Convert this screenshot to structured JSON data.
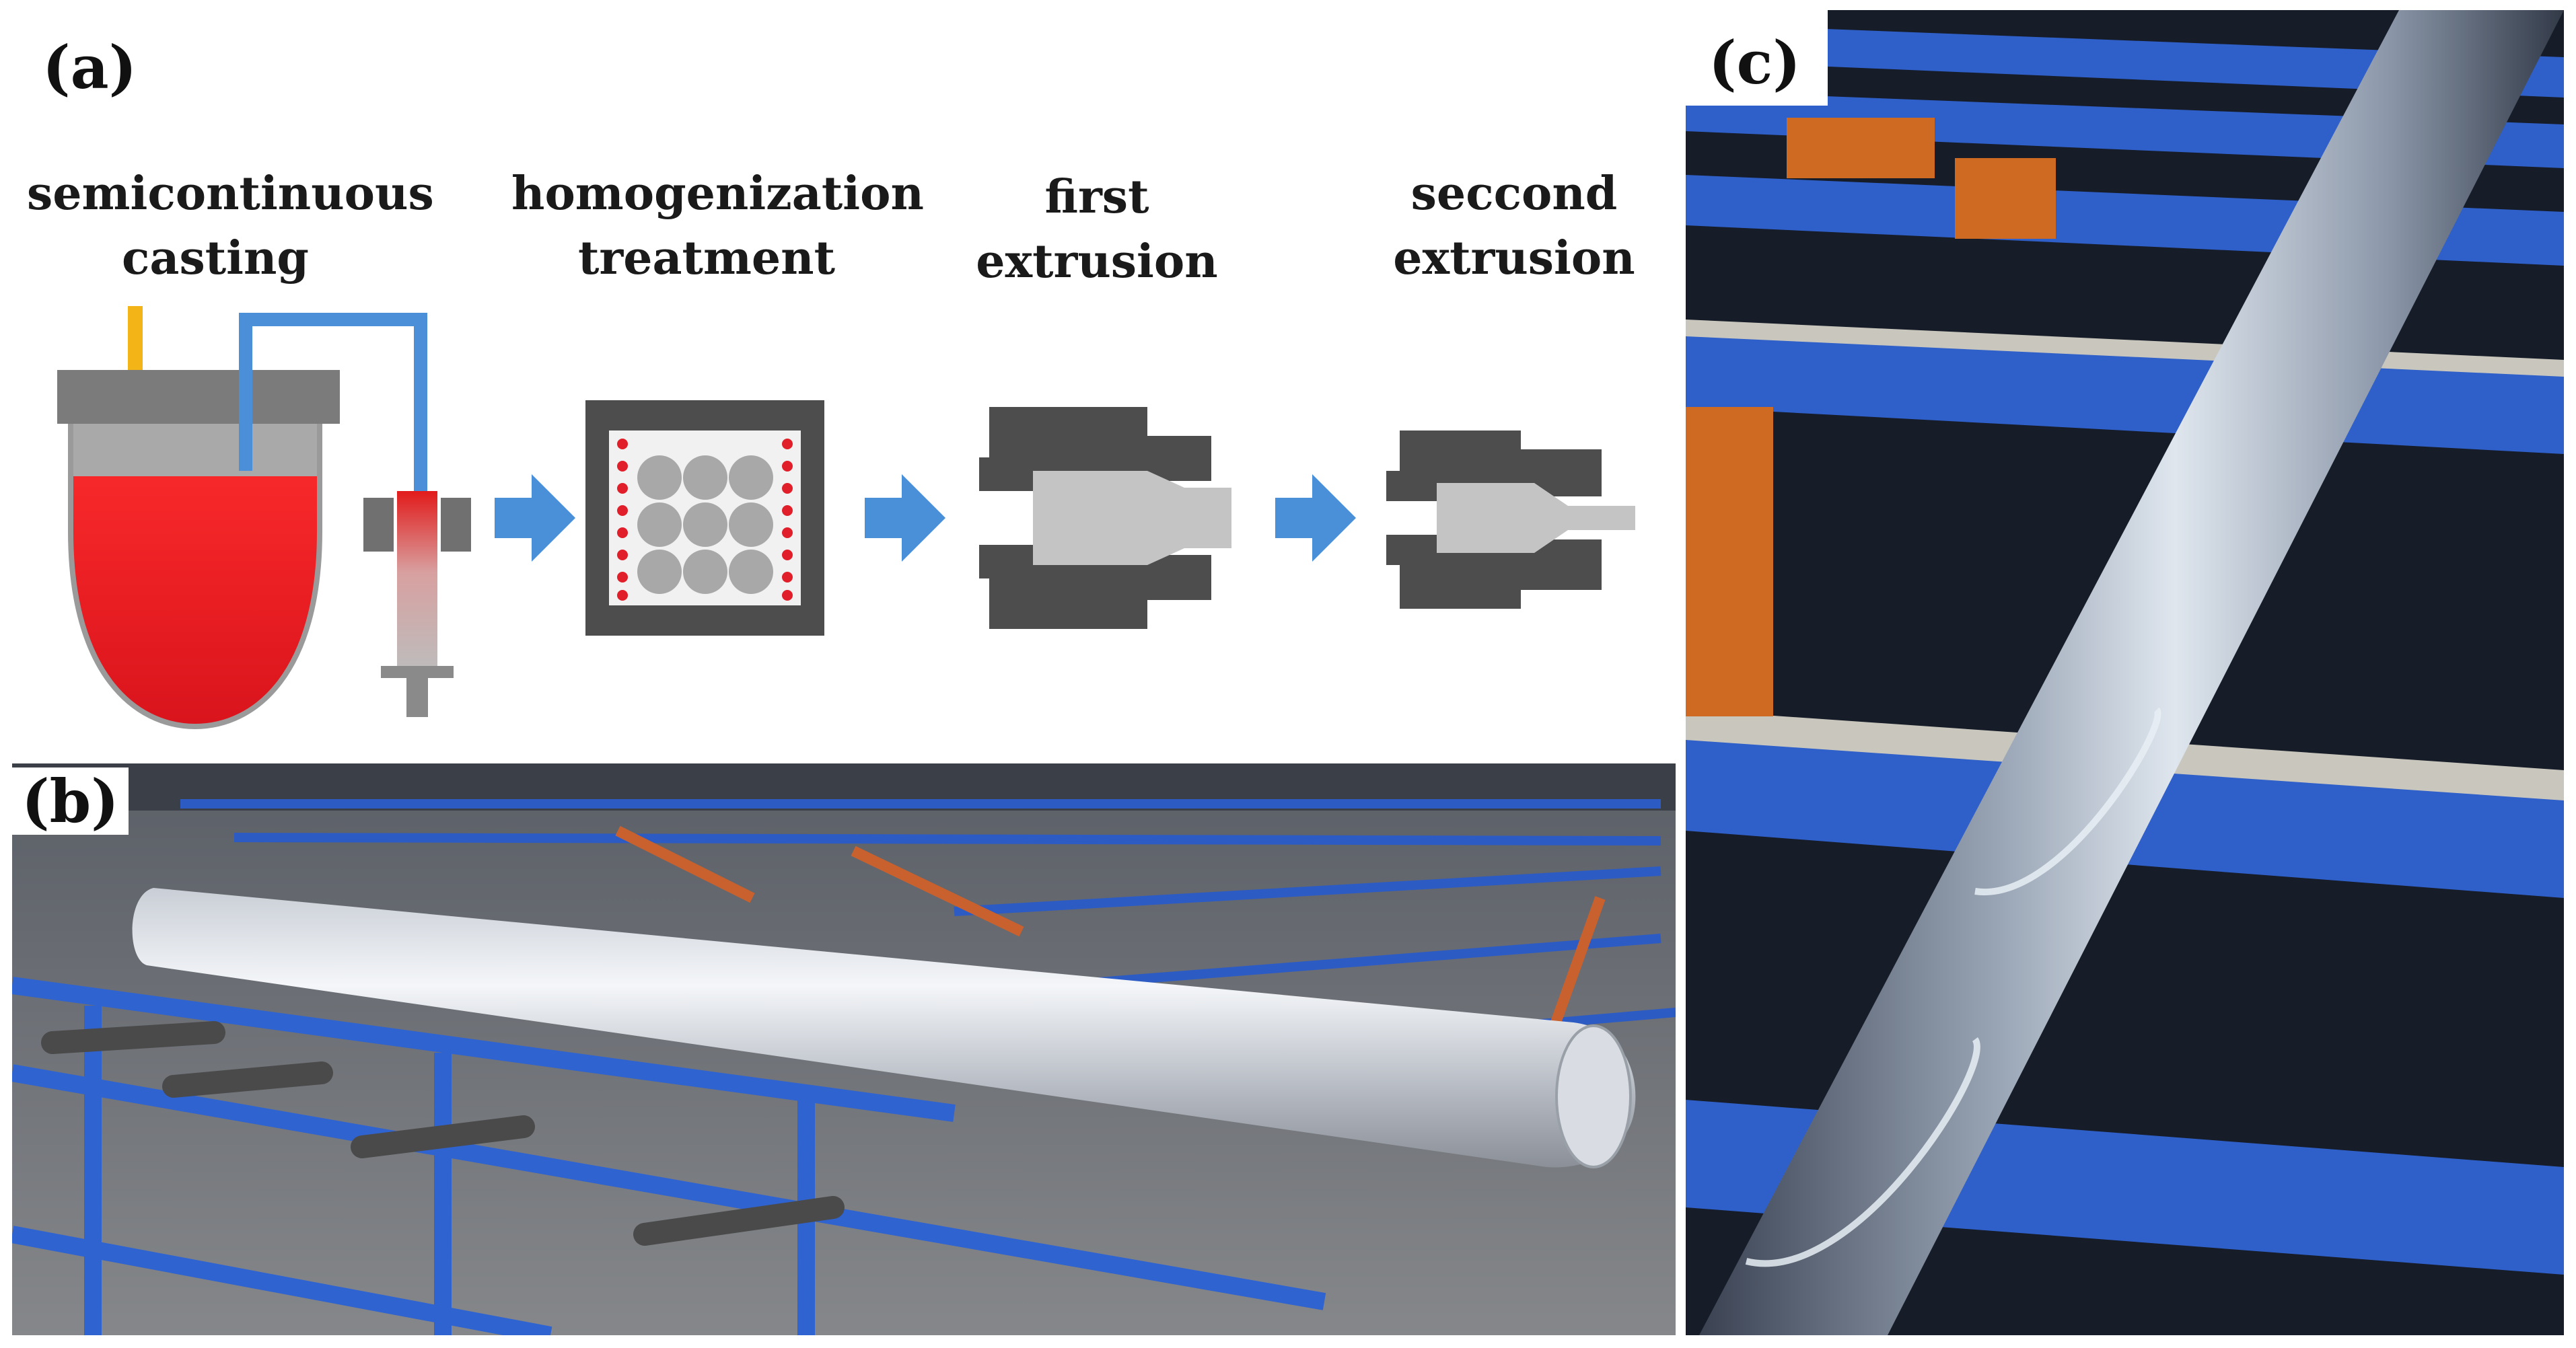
{
  "panels": {
    "a": {
      "label": "(a)",
      "steps": [
        {
          "line1": "semicontinuous",
          "line2": "casting"
        },
        {
          "line1": "homogenization",
          "line2": "treatment"
        },
        {
          "line1": "first",
          "line2": "extrusion"
        },
        {
          "line1": "seccond",
          "line2": "extrusion"
        }
      ]
    },
    "b": {
      "label": "(b)"
    },
    "c": {
      "label": "(c)"
    }
  },
  "colors": {
    "arrow": "#4a90d9",
    "pipe": "#4a8fd8",
    "melt": "#e81f2a",
    "die_dark": "#4d4d4d",
    "billet": "#c4c4c4",
    "rack_blue": "#2f5fc8",
    "rack_orange": "#d0692c"
  }
}
